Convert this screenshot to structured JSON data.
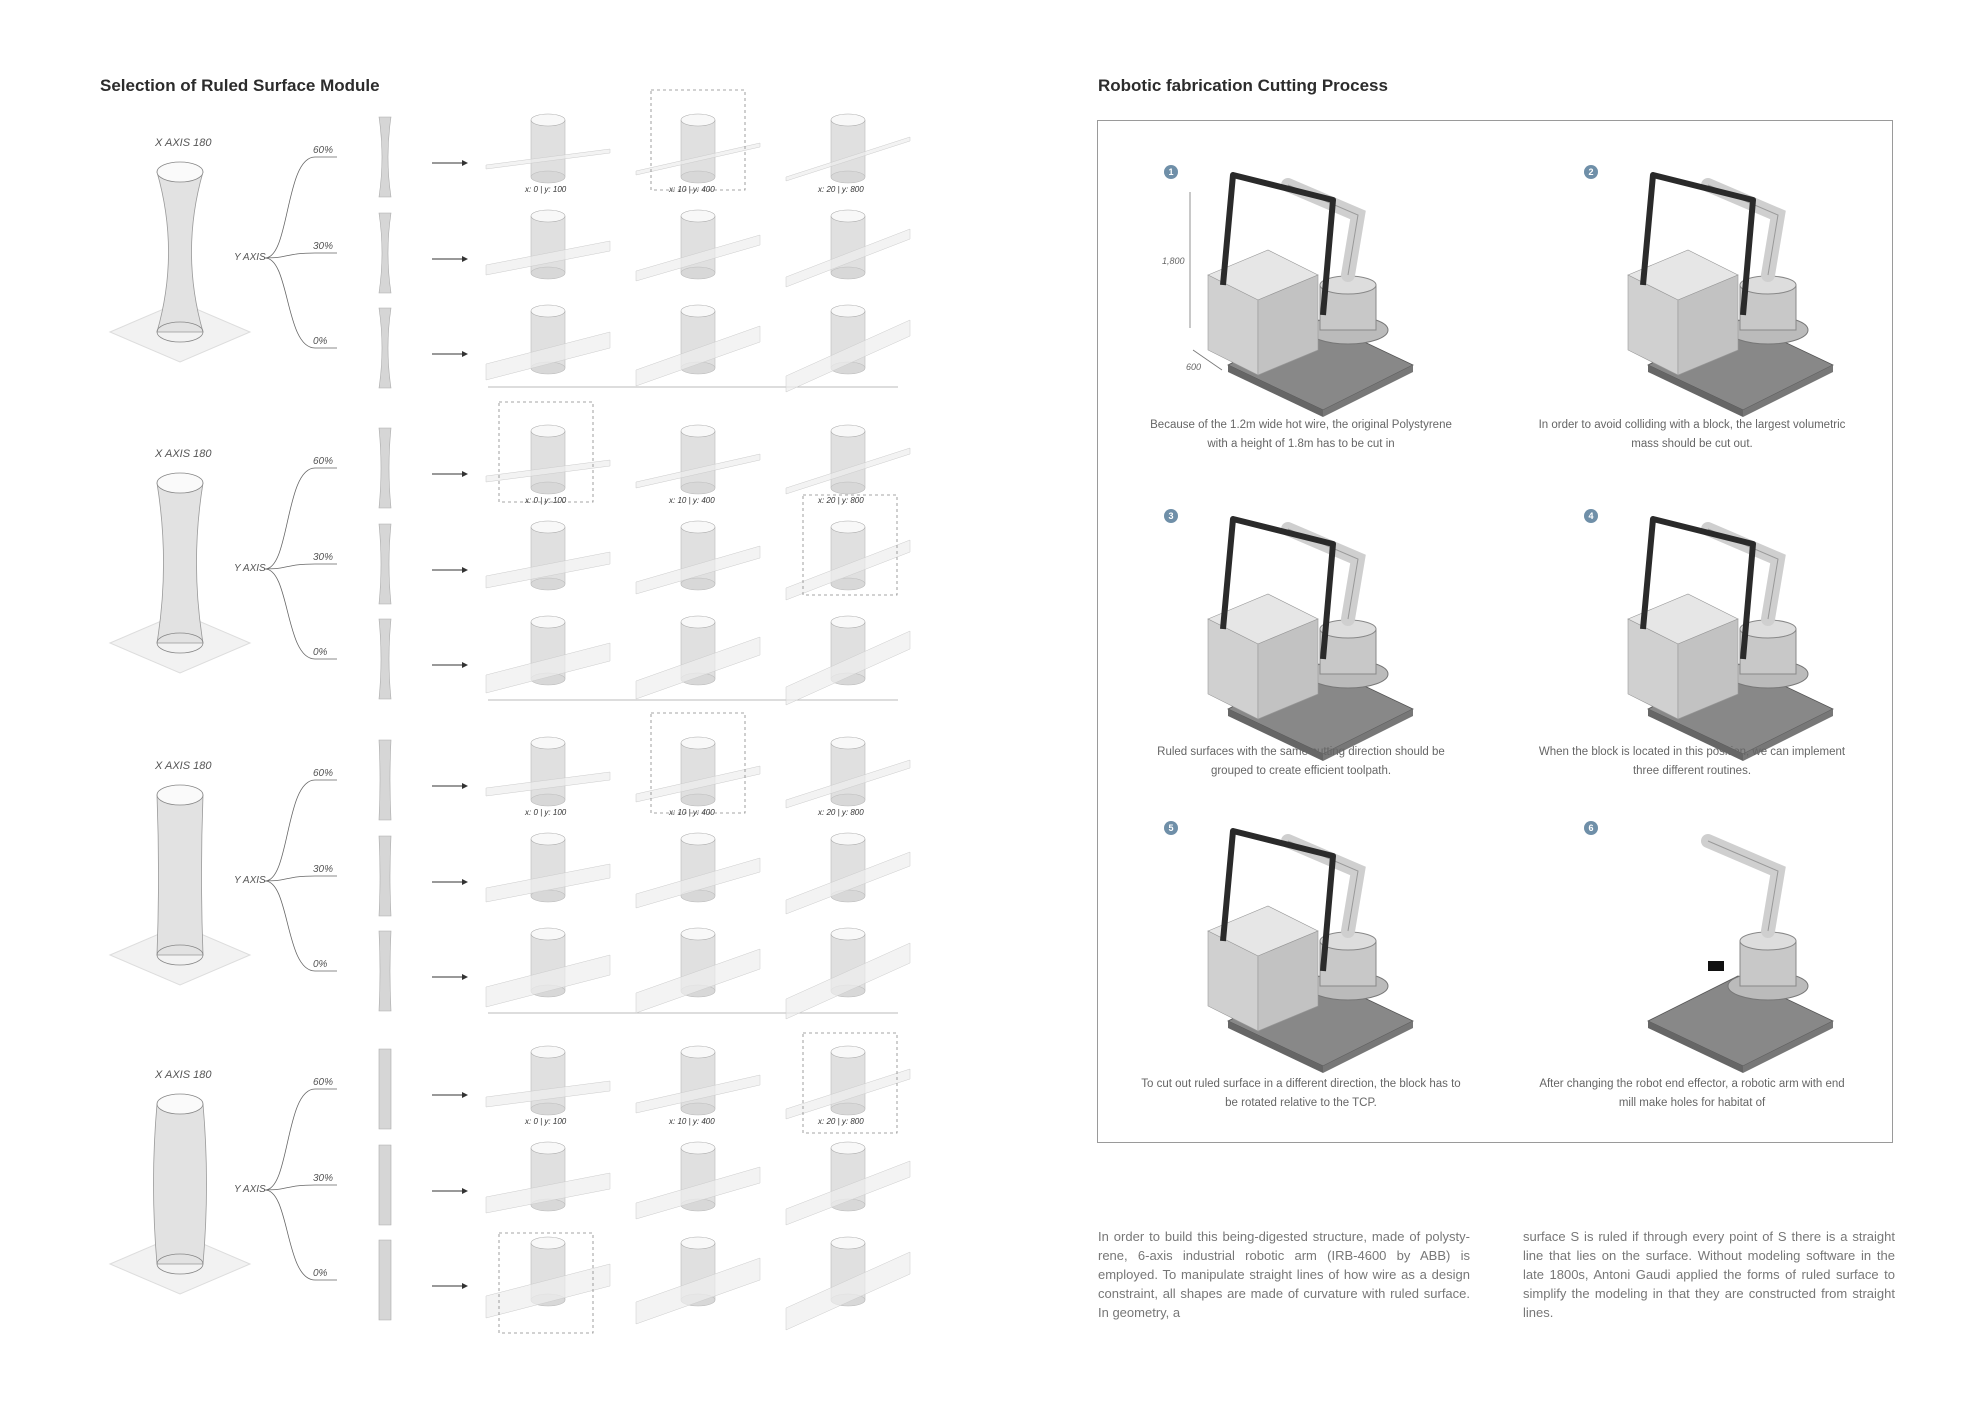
{
  "left": {
    "title": "Selection of Ruled Surface Module",
    "groups": [
      {
        "xaxis": "X AXIS 180",
        "yaxis": "Y AXIS",
        "pcts": [
          "60%",
          "30%",
          "0%"
        ],
        "coords": [
          "x: 0 | y: 100",
          "x: 10 | y: 400",
          "x: 20 | y: 800"
        ]
      },
      {
        "xaxis": "X AXIS 180",
        "yaxis": "Y AXIS",
        "pcts": [
          "60%",
          "30%",
          "0%"
        ],
        "coords": [
          "x: 0 | y: 100",
          "x: 10 | y: 400",
          "x: 20 | y: 800"
        ]
      },
      {
        "xaxis": "X AXIS 180",
        "yaxis": "Y AXIS",
        "pcts": [
          "60%",
          "30%",
          "0%"
        ],
        "coords": [
          "x: 0 | y: 100",
          "x: 10 | y: 400",
          "x: 20 | y: 800"
        ]
      },
      {
        "xaxis": "X AXIS 180",
        "yaxis": "Y AXIS",
        "pcts": [
          "60%",
          "30%",
          "0%"
        ],
        "coords": [
          "x: 0 | y: 100",
          "x: 10 | y: 400",
          "x: 20 | y: 800"
        ]
      }
    ]
  },
  "right": {
    "title": "Robotic fabrication Cutting Process",
    "dims": {
      "height": "1,800",
      "width": "600"
    },
    "steps": [
      {
        "num": "1",
        "caption": "Because of the 1.2m wide hot wire, the original Polystyrene with a height of 1.8m has to be cut in"
      },
      {
        "num": "2",
        "caption": "In order to avoid colliding with a block, the largest volumetric mass should be cut out."
      },
      {
        "num": "3",
        "caption": "Ruled surfaces with the same cutting direction should be grouped to create efficient toolpath."
      },
      {
        "num": "4",
        "caption": "When the block is located in this position, we can implement three different routines."
      },
      {
        "num": "5",
        "caption": "To cut out ruled surface in a different direction, the block has to be rotated relative to the TCP."
      },
      {
        "num": "6",
        "caption": "After changing the robot end effector, a robotic arm with end mill make holes for habitat of"
      }
    ],
    "paragraph_left": "In order to build this being-digested structure, made of polysty-rene, 6-axis industrial robotic arm (IRB-4600 by ABB) is employed. To manipulate straight lines of how wire as a design constraint, all shapes are made of curvature with ruled surface. In geometry, a",
    "paragraph_right": "surface S is ruled if through every point of S there is a straight line that lies on the surface. Without modeling software in the late 1800s, Antoni Gaudi applied the forms of ruled surface to simplify the modeling in that they are constructed from straight lines."
  }
}
